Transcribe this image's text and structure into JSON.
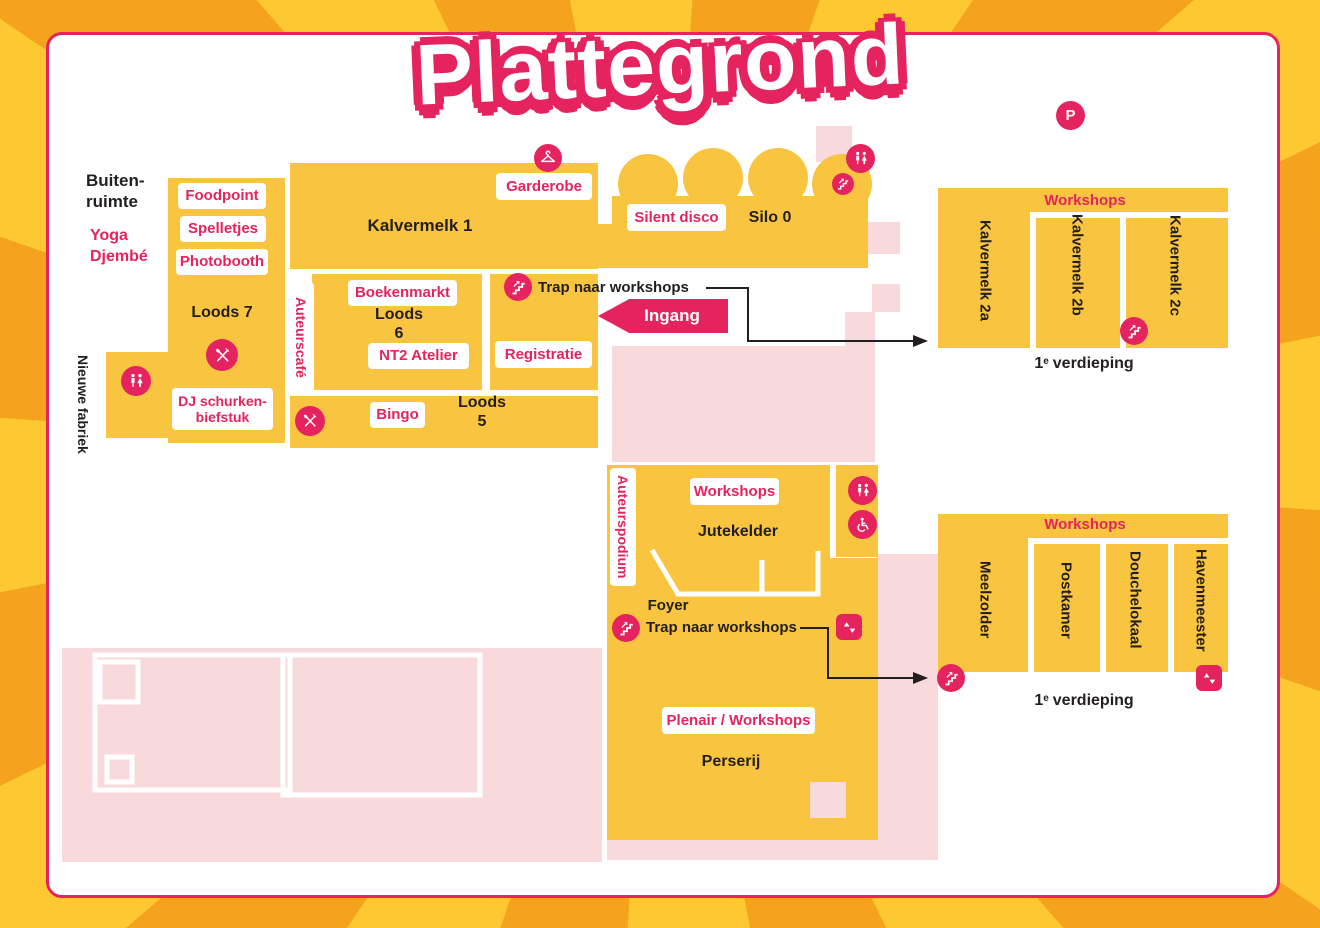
{
  "title": "Plattegrond",
  "colors": {
    "accent_pink": "#e5245f",
    "building_yellow": "#f9c43f",
    "light_pink": "#f8d9dc",
    "sun_orange": "#f5a31e",
    "sun_yellow": "#fdc831",
    "text_black": "#231f20",
    "card_white": "#ffffff"
  },
  "parking": {
    "letter": "P"
  },
  "outside": {
    "buitenruimte": "Buiten-\nruimte",
    "yoga_djembe": "Yoga\nDjembé",
    "nieuwe_fabriek": "Nieuwe fabriek"
  },
  "main_building": {
    "foodpoint": "Foodpoint",
    "spelletjes": "Spelletjes",
    "photobooth": "Photobooth",
    "loods7": "Loods 7",
    "dj_schurkenbiefstuk": "DJ schurken-\nbiefstuk",
    "kalvermelk1": "Kalvermelk 1",
    "garderobe": "Garderobe",
    "auteurscafe": "Auteurscafé",
    "boekenmarkt": "Boekenmarkt",
    "loods6": "Loods 6",
    "nt2_atelier": "NT2 Atelier",
    "registratie": "Registratie",
    "bingo": "Bingo",
    "loods5": "Loods 5",
    "trap_naar_workshops": "Trap naar workshops",
    "ingang": "Ingang"
  },
  "silo": {
    "silent_disco": "Silent disco",
    "silo0": "Silo 0"
  },
  "upper_right": {
    "heading": "Workshops",
    "rooms": [
      "Kalvermelk 2a",
      "Kalvermelk 2b",
      "Kalvermelk 2c"
    ],
    "floor_num": "1",
    "floor_sup": "e",
    "floor_text": "verdieping"
  },
  "jutekelder": {
    "auteurspodium": "Auteurspodium",
    "workshops": "Workshops",
    "name": "Jutekelder",
    "foyer": "Foyer",
    "trap_naar_workshops": "Trap naar workshops",
    "plenair_workshops": "Plenair / Workshops",
    "perserij": "Perserij"
  },
  "lower_right": {
    "heading": "Workshops",
    "rooms": [
      "Meelzolder",
      "Postkamer",
      "Douchelokaal",
      "Havenmeester"
    ],
    "floor_num": "1",
    "floor_sup": "e",
    "floor_text": "verdieping"
  },
  "icons": {
    "parking-icon": "letter P in pink circle",
    "toilet-icon": "two restroom figures in pink circle",
    "stairs-icon": "staircase with up arrow in pink circle",
    "wheelchair-icon": "wheelchair symbol in pink circle",
    "elevator-icon": "up/down arrows in pink square",
    "food-icon": "crossed cutlery in pink circle",
    "hanger-icon": "coat hanger in pink circle"
  }
}
